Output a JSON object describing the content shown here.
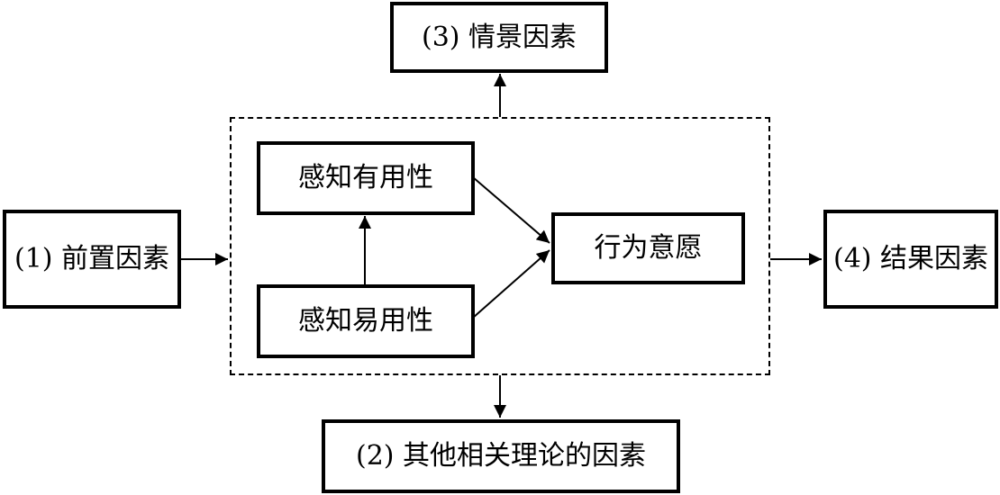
{
  "diagram": {
    "nodes": {
      "antecedent": "(1) 前置因素",
      "other_theory": "(2) 其他相关理论的因素",
      "situational": "(3) 情景因素",
      "outcome": "(4) 结果因素",
      "usefulness": "感知有用性",
      "ease_of_use": "感知易用性",
      "intention": "行为意愿"
    },
    "edges": [
      {
        "from": "antecedent",
        "to": "core_model"
      },
      {
        "from": "core_model",
        "to": "situational"
      },
      {
        "from": "core_model",
        "to": "other_theory"
      },
      {
        "from": "core_model",
        "to": "outcome"
      },
      {
        "from": "ease_of_use",
        "to": "usefulness"
      },
      {
        "from": "usefulness",
        "to": "intention"
      },
      {
        "from": "ease_of_use",
        "to": "intention"
      }
    ]
  }
}
